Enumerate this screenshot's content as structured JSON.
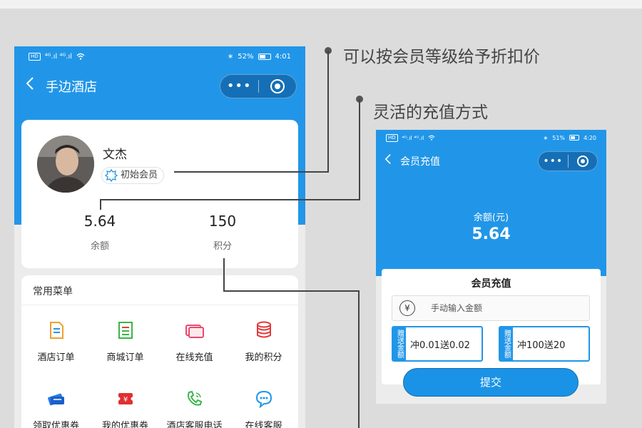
{
  "colors": {
    "brand_blue": "#2196e8",
    "button_blue": "#1a93e6",
    "background": "#dcdcdc"
  },
  "callouts": {
    "member_discount": "可以按会员等级给予折扣价",
    "flexible_recharge": "灵活的充值方式"
  },
  "phone1": {
    "status": {
      "left": "HD 4G 4G",
      "bluetooth": "∗",
      "battery": "52%",
      "time": "4:01"
    },
    "nav": {
      "back_icon": "chevron-left-icon",
      "title": "手边酒店",
      "more": "•••",
      "target_icon": "target-icon"
    },
    "profile": {
      "name": "文杰",
      "level": "初始会员",
      "balance_value": "5.64",
      "balance_label": "余额",
      "points_value": "150",
      "points_label": "积分"
    },
    "menu": {
      "title": "常用菜单",
      "items": [
        {
          "label": "酒店订单",
          "icon": "hotel-order-icon"
        },
        {
          "label": "商城订单",
          "icon": "mall-order-icon"
        },
        {
          "label": "在线充值",
          "icon": "recharge-card-icon"
        },
        {
          "label": "我的积分",
          "icon": "points-icon"
        },
        {
          "label": "领取优惠券",
          "icon": "get-coupon-icon"
        },
        {
          "label": "我的优惠券",
          "icon": "my-coupon-icon"
        },
        {
          "label": "酒店客服电话",
          "icon": "phone-icon"
        },
        {
          "label": "在线客服",
          "icon": "chat-icon"
        }
      ]
    }
  },
  "phone2": {
    "status": {
      "left": "HD 4G 4G",
      "bluetooth": "∗",
      "battery": "51%",
      "time": "4:20"
    },
    "nav": {
      "title": "会员充值",
      "more": "•••"
    },
    "balance_label": "余额(元)",
    "balance_value": "5.64",
    "card_title": "会员充值",
    "currency_symbol": "¥",
    "amount_placeholder": "手动输入金额",
    "plan_tag": "赠送金额",
    "plans": [
      {
        "label": "冲0.01送0.02"
      },
      {
        "label": "冲100送20"
      }
    ],
    "submit_label": "提交"
  }
}
